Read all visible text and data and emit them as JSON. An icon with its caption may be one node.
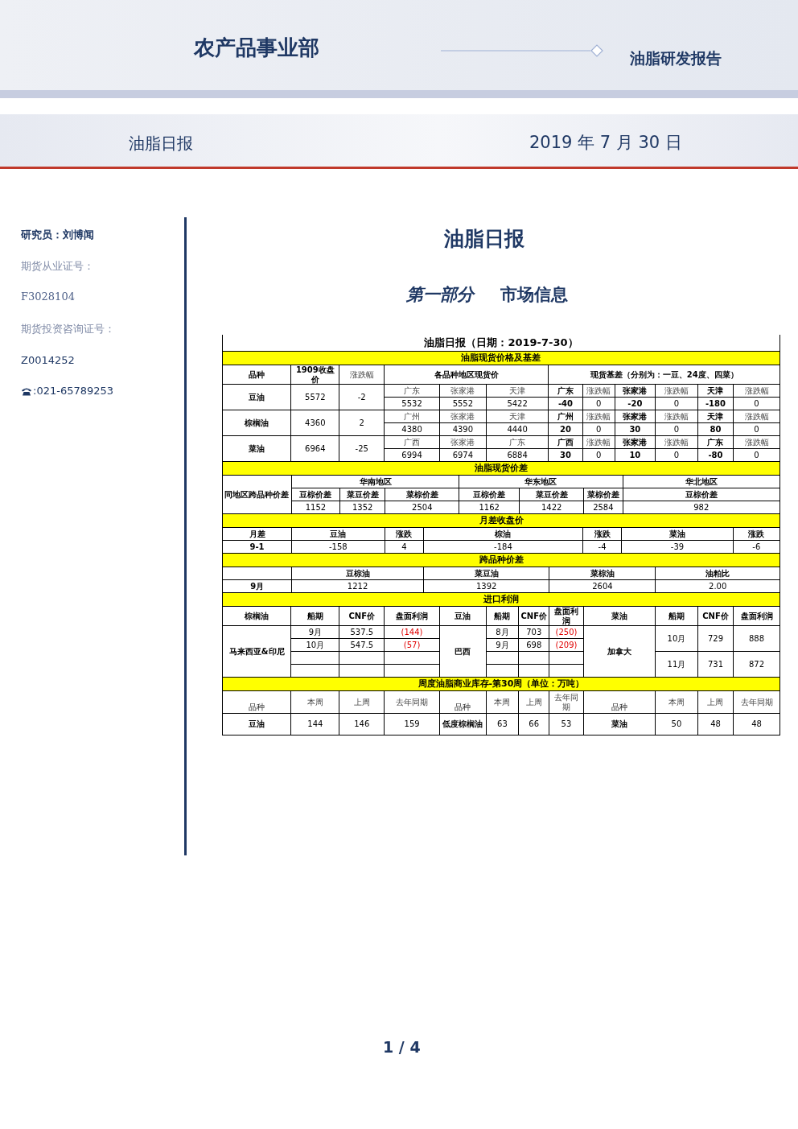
{
  "diagram": {
    "title": "油脂日报",
    "labels": [
      "农产品事业部",
      "油脂研发报告",
      "油脂日报",
      "2019 年 7 月 30 日",
      "研究员：刘博闻",
      "期货从业证号：",
      "F3028104",
      "期货投资咨询证号：",
      "Z0014252",
      ":021-65789253",
      "第一部分",
      "市场信息",
      "油脂日报（日期：2019-7-30）",
      "油脂现货价格及基差",
      "品种",
      "1909收盘价",
      "涨跌幅",
      "各品种地区现货价",
      "现货基差（分别为：一豆、24度、四菜）",
      "豆油",
      "5572",
      "-2",
      "广东",
      "张家港",
      "天津",
      "广东",
      "涨跌幅",
      "张家港",
      "涨跌幅",
      "天津",
      "涨跌幅",
      "5532",
      "5552",
      "5422",
      "-40",
      "0",
      "-20",
      "0",
      "-180",
      "0",
      "棕榈油",
      "4360",
      "2",
      "广州",
      "张家港",
      "天津",
      "广州",
      "涨跌幅",
      "张家港",
      "涨跌幅",
      "天津",
      "涨跌幅",
      "4380",
      "4390",
      "4440",
      "20",
      "0",
      "30",
      "0",
      "80",
      "0",
      "菜油",
      "6964",
      "-25",
      "广西",
      "张家港",
      "广东",
      "广西",
      "涨跌幅",
      "张家港",
      "涨跌幅",
      "广东",
      "涨跌幅",
      "6994",
      "6974",
      "6884",
      "30",
      "0",
      "10",
      "0",
      "-80",
      "0",
      "油脂现货价差",
      "同地区跨品种价差",
      "华南地区",
      "华东地区",
      "华北地区",
      "豆棕价差",
      "菜豆价差",
      "菜棕价差",
      "豆棕价差",
      "菜豆价差",
      "菜棕价差",
      "豆棕价差",
      "1152",
      "1352",
      "2504",
      "1162",
      "1422",
      "2584",
      "982",
      "月差收盘价",
      "月差",
      "豆油",
      "涨跌",
      "棕油",
      "涨跌",
      "菜油",
      "涨跌",
      "9-1",
      "-158",
      "4",
      "-184",
      "-4",
      "-39",
      "-6",
      "跨品种价差",
      "豆棕油",
      "菜豆油",
      "菜棕油",
      "油粕比",
      "9月",
      "1212",
      "1392",
      "2604",
      "2.00",
      "进口利润",
      "棕榈油",
      "船期",
      "CNF价",
      "盘面利润",
      "豆油",
      "船期",
      "CNF价",
      "盘面利润",
      "菜油",
      "船期",
      "CNF价",
      "盘面利润",
      "马来西亚&印尼",
      "9月",
      "537.5",
      "(144)",
      "巴西",
      "8月",
      "703",
      "(250)",
      "加拿大",
      "10月",
      "729",
      "888",
      "10月",
      "547.5",
      "(57)",
      "9月",
      "698",
      "(209)",
      "11月",
      "731",
      "872",
      "周度油脂商业库存-第30周（单位：万吨）",
      "品种",
      "本周",
      "上周",
      "去年同期",
      "品种",
      "本周",
      "上周",
      "去年同期",
      "品种",
      "本周",
      "上周",
      "去年同期",
      "豆油",
      "144",
      "146",
      "159",
      "低度棕榈油",
      "63",
      "66",
      "53",
      "菜油",
      "50",
      "48",
      "48",
      "1 / 4"
    ]
  }
}
